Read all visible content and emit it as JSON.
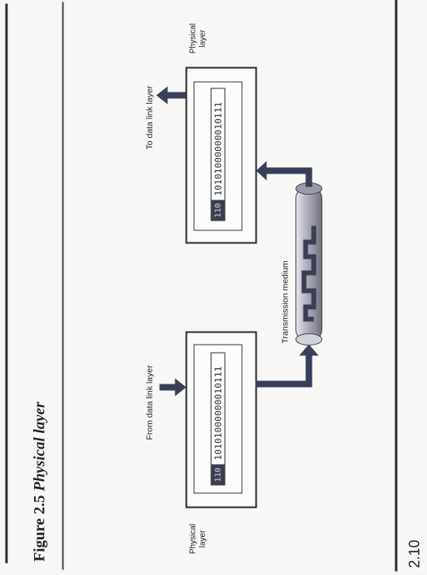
{
  "figure": {
    "number": "Figure 2.5",
    "title": "Physical layer"
  },
  "page_number": "2.10",
  "sender": {
    "layer_label": "Physical\nlayer",
    "arrow_label": "From data link layer",
    "header": "110",
    "bits": "10101000000010111"
  },
  "receiver": {
    "layer_label": "Physical\nlayer",
    "arrow_label": "To data link layer",
    "header": "110",
    "bits": "10101000000010111"
  },
  "medium": {
    "label": "Transmission medium"
  },
  "colors": {
    "arrow": "#3a3f58",
    "signal": "#3b3f56",
    "tube": "#9a9aa8",
    "rule": "#2d2d2d"
  }
}
